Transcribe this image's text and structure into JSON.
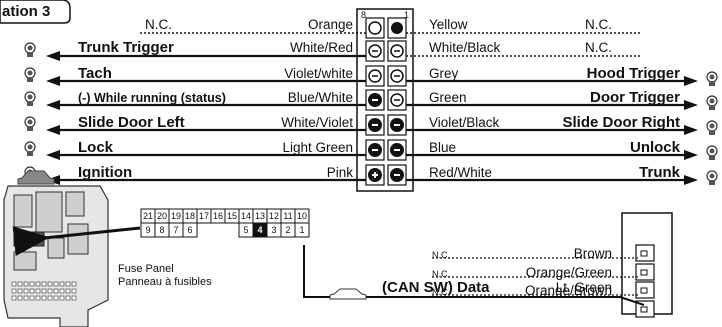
{
  "header": {
    "tab_label": "ation 3"
  },
  "connector": {
    "pin_numbers": {
      "left": "8",
      "right": "1"
    },
    "left_side": [
      {
        "function": "N.C.",
        "color": "Orange"
      },
      {
        "function": "Trunk Trigger",
        "color": "White/Red"
      },
      {
        "function": "Tach",
        "color": "Violet/white"
      },
      {
        "function": "(-) While running (status)",
        "color": "Blue/White"
      },
      {
        "function": "Slide Door Left",
        "color": "White/Violet"
      },
      {
        "function": "Lock",
        "color": "Light Green"
      },
      {
        "function": "Ignition",
        "color": "Pink"
      }
    ],
    "right_side": [
      {
        "color": "Yellow",
        "function": "N.C."
      },
      {
        "color": "White/Black",
        "function": "N.C."
      },
      {
        "color": "Grey",
        "function": "Hood Trigger"
      },
      {
        "color": "Green",
        "function": "Door Trigger"
      },
      {
        "color": "Violet/Black",
        "function": "Slide Door Right"
      },
      {
        "color": "Blue",
        "function": "Unlock"
      },
      {
        "color": "Red/White",
        "function": "Trunk"
      }
    ]
  },
  "fuse_connector": {
    "top_row": [
      "21",
      "20",
      "19",
      "18",
      "17",
      "16",
      "15",
      "14",
      "13",
      "12",
      "11",
      "10"
    ],
    "bottom_row": [
      "9",
      "8",
      "7",
      "6",
      "",
      "",
      "",
      "5",
      "4",
      "3",
      "2",
      "1"
    ],
    "highlighted_pin": "4"
  },
  "fuse_panel": {
    "label_en": "Fuse Panel",
    "label_fr": "Panneau à fusibles"
  },
  "can_connector": {
    "rows": [
      {
        "function": "N.C.",
        "color": "Brown"
      },
      {
        "function": "N.C.",
        "color": "Orange/Green"
      },
      {
        "function": "N.C.",
        "color": "Orange/Brown"
      },
      {
        "function": "(CAN SW) Data",
        "color": "Lt. Green"
      }
    ]
  },
  "icons": {
    "wire_tap": "remote-wire-icon",
    "car": "car-icon"
  }
}
